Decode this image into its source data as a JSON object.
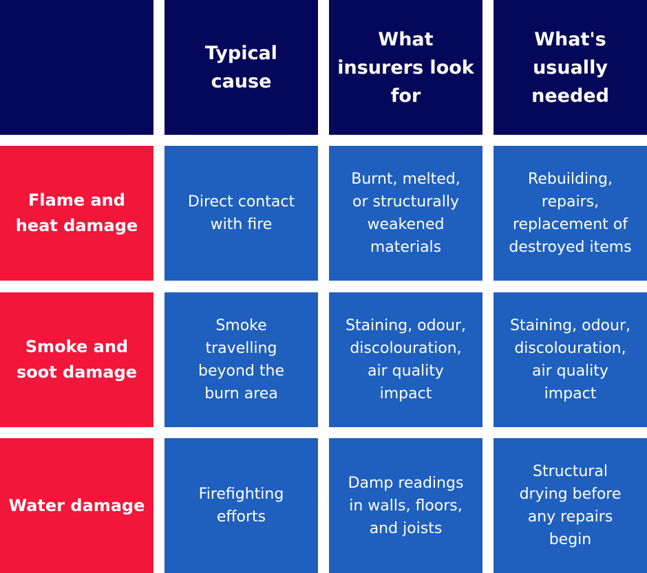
{
  "headers": [
    "",
    "Typical\ncause",
    "What\ninsurers look\nfor",
    "What's\nusually\nneeded"
  ],
  "rows": [
    {
      "label": "Flame and\nheat damage",
      "cause": "Direct contact\nwith fire",
      "look_for": "Burnt, melted,\nor structurally\nweakened\nmaterials",
      "needed": "Rebuilding,\nrepairs,\nreplacement of\ndestroyed items"
    },
    {
      "label": "Smoke and\nsoot damage",
      "cause": "Smoke\ntravelling\nbeyond the\nburn area",
      "look_for": "Staining, odour,\ndiscolouration,\nair quality\nimpact",
      "needed": "Staining, odour,\ndiscolouration,\nair quality\nimpact"
    },
    {
      "label": "Water damage",
      "cause": "Firefighting\nefforts",
      "look_for": "Damp readings\nin walls, floors,\nand joists",
      "needed": "Structural\ndrying before\nany repairs\nbegin"
    }
  ],
  "colors": {
    "header_bg": "#05085a",
    "row_label_bg": "#f2163a",
    "cell_bg": "#1f5fbe",
    "text": "#ffffff",
    "gap": "#ffffff"
  }
}
